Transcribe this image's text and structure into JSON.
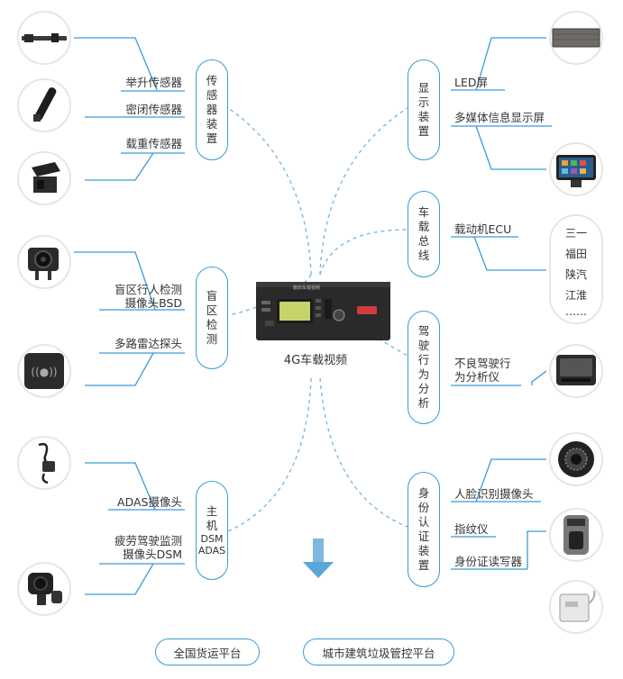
{
  "hub": {
    "caption": "4G车载视频",
    "brand_text": "鹏启车载视频"
  },
  "groups": {
    "sensors": {
      "title_chars": [
        "传",
        "感",
        "器",
        "装",
        "置"
      ],
      "items": [
        "举升传感器",
        "密闭传感器",
        "载重传感器"
      ]
    },
    "blind": {
      "title_chars": [
        "盲",
        "区",
        "检",
        "测"
      ],
      "items": [
        "盲区行人检测\n摄像头BSD",
        "多路雷达探头"
      ]
    },
    "host": {
      "title_chars": [
        "主",
        "机"
      ],
      "title_extra": [
        "DSM",
        "ADAS"
      ],
      "items": [
        "ADAS摄像头",
        "疲劳驾驶监测\n摄像头DSM"
      ]
    },
    "display": {
      "title_chars": [
        "显",
        "示",
        "装",
        "置"
      ],
      "items": [
        "LED屏",
        "多媒体信息显示屏"
      ]
    },
    "bus": {
      "title_chars": [
        "车",
        "载",
        "总",
        "线"
      ],
      "items": [
        "载动机ECU"
      ],
      "brands": [
        "三一",
        "福田",
        "陕汽",
        "江淮",
        "……"
      ]
    },
    "driving": {
      "title_chars": [
        "驾",
        "驶",
        "行",
        "为",
        "分",
        "析"
      ],
      "items": [
        "不良驾驶行\n为分析仪"
      ]
    },
    "identity": {
      "title_chars": [
        "身",
        "份",
        "认",
        "证",
        "装",
        "置"
      ],
      "items": [
        "人脸识别摄像头",
        "指纹仪",
        "身份证读写器"
      ]
    }
  },
  "platforms": [
    "全国货运平台",
    "城市建筑垃圾管控平台"
  ],
  "colors": {
    "accent": "#3a9bd6",
    "dashed": "#7db8e0",
    "arrow": "#5aa6db",
    "text": "#333333"
  },
  "icons": [
    "lifting-sensor-icon",
    "seal-sensor-icon",
    "weight-sensor-icon",
    "bsd-camera-icon",
    "radar-icon",
    "adas-camera-icon",
    "dsm-camera-icon",
    "led-screen-icon",
    "multimedia-screen-icon",
    "behavior-analyzer-icon",
    "face-camera-icon",
    "fingerprint-icon",
    "id-reader-icon",
    "down-arrow-icon",
    "dvr-device-icon"
  ]
}
